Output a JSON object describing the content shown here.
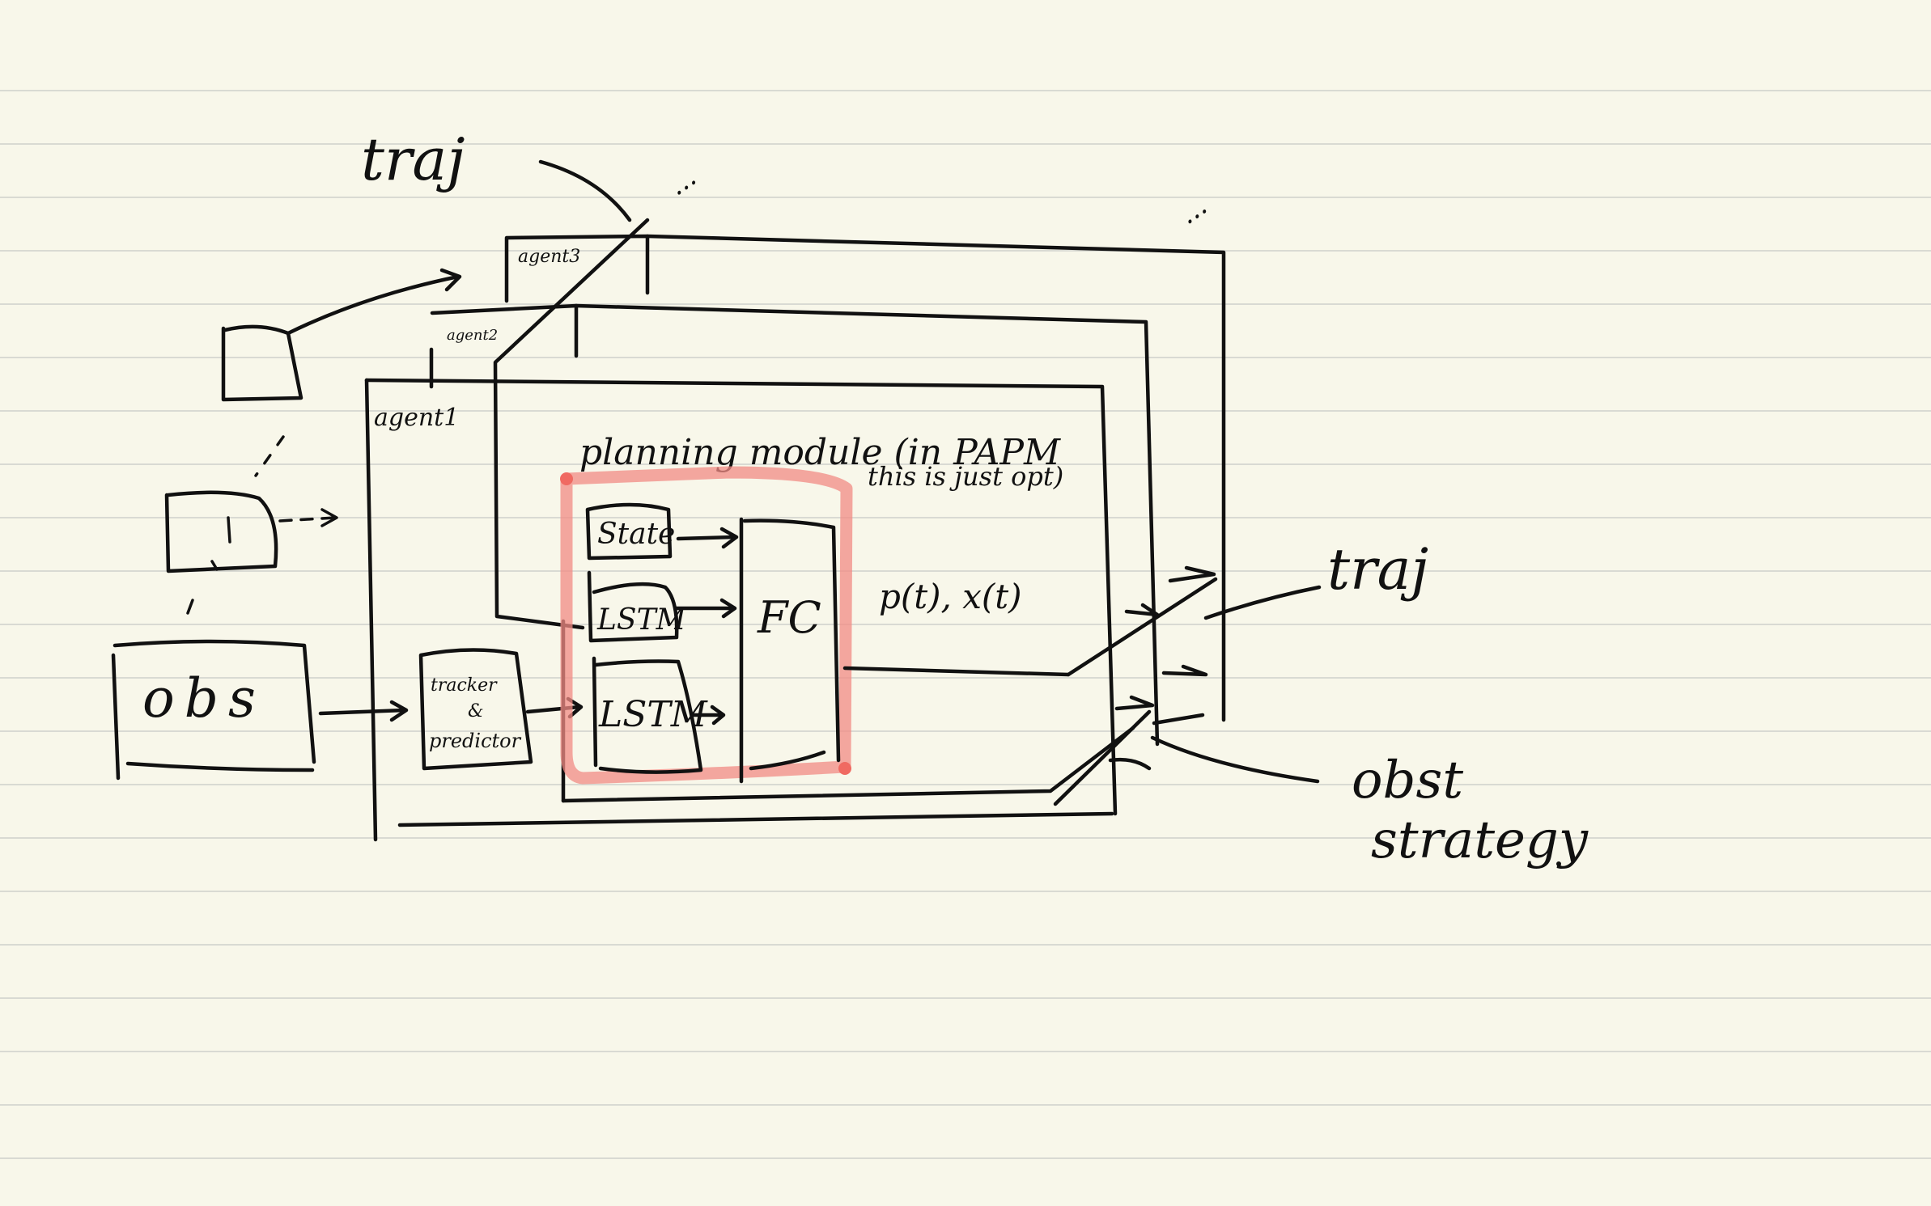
{
  "labels": {
    "traj_top": "traj",
    "traj_right": "traj",
    "agent1": "agent1",
    "agent2": "agent2",
    "agent3": "agent3",
    "planning_title": "planning module (in PAPM",
    "planning_note": "this is just opt)",
    "state": "State",
    "lstm_1": "LSTM",
    "lstm_2": "LSTM",
    "fc": "FC",
    "outputs": "p(t), x(t)",
    "obs": "obs",
    "tracker_line1": "tracker",
    "tracker_line2": "&",
    "tracker_line3": "predictor",
    "obst_line1": "obst",
    "obst_line2": "strategy",
    "ellipsis_top": "...",
    "ellipsis_right": "..."
  },
  "colors": {
    "paper": "#f8f7ea",
    "ink": "#111111",
    "highlight": "#f28b84",
    "ruled_line": "#d9dad3"
  }
}
